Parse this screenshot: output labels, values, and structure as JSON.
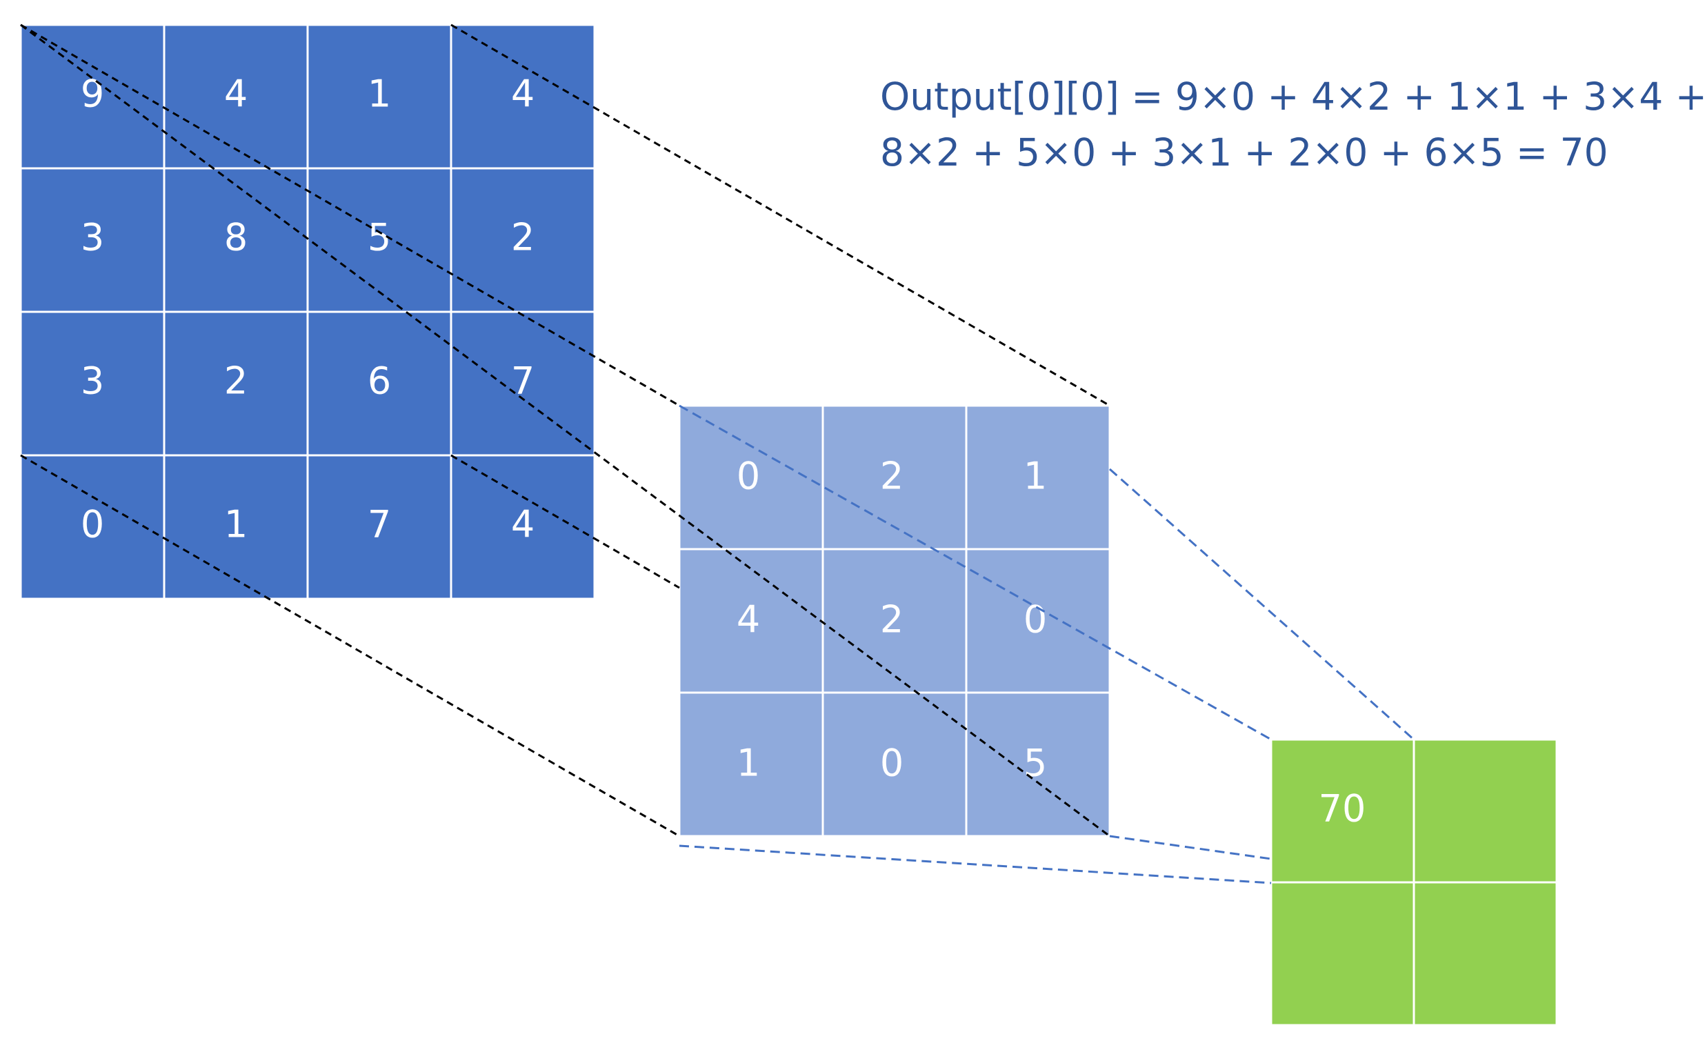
{
  "input": {
    "values": [
      [
        9,
        4,
        1,
        4
      ],
      [
        3,
        8,
        5,
        2
      ],
      [
        3,
        2,
        6,
        7
      ],
      [
        0,
        1,
        7,
        4
      ]
    ],
    "color": "#4472C4"
  },
  "kernel": {
    "values": [
      [
        0,
        2,
        1
      ],
      [
        4,
        2,
        0
      ],
      [
        1,
        0,
        5
      ]
    ],
    "color": "#8FAADC"
  },
  "output": {
    "values": [
      [
        "70",
        ""
      ],
      [
        "",
        ""
      ]
    ],
    "color": "#92D050"
  },
  "formula": {
    "line1": "Output[0][0] = 9×0 + 4×2 + 1×1 + 3×4 +",
    "line2": "8×2 + 5×0 + 3×1 + 2×0 + 6×5 = 70"
  },
  "colors": {
    "text_accent": "#2F5597",
    "black_dash": "#000000",
    "blue_dash": "#4472C4",
    "grid_line": "#ffffff"
  }
}
